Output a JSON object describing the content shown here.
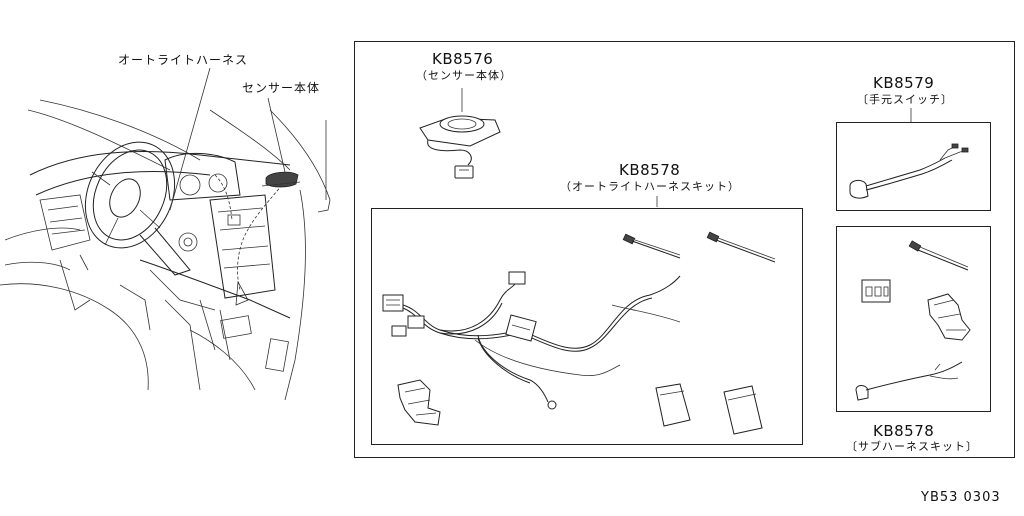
{
  "callouts": {
    "autolight_harness": "オートライトハーネス",
    "sensor_body": "センサー本体"
  },
  "parts": {
    "sensor": {
      "code": "KB8576",
      "name": "（センサー本体）"
    },
    "main_kit": {
      "code": "KB8578",
      "name": "（オートライトハーネスキット）"
    },
    "hand_switch": {
      "code": "KB8579",
      "name": "〔手元スイッチ〕"
    },
    "sub_kit": {
      "code": "KB8578",
      "name": "〔サブハーネスキット〕"
    }
  },
  "footer": {
    "ref": "YB53 0303"
  },
  "colors": {
    "line": "#222222",
    "background": "#ffffff"
  }
}
